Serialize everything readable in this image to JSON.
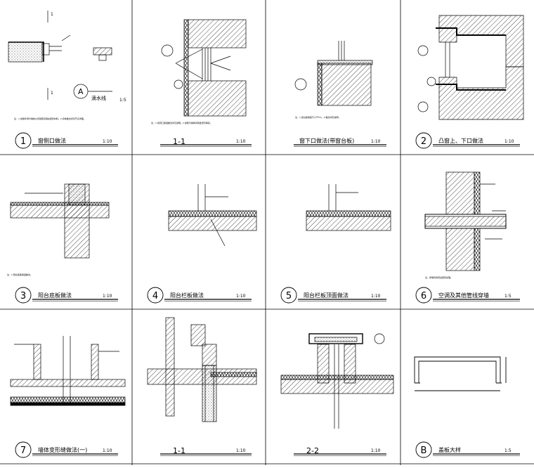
{
  "panels": [
    {
      "num": "1",
      "title": "窗侧口做法",
      "scale": "1:10",
      "note": "注：1.窗框外侧与墙体之间缝隙应填充密封材料。2.具体做法详见节点详图。"
    },
    {
      "num": "1-1",
      "title": "",
      "scale": "1:10",
      "note": "注：1.窗洞口保温做法详见说明。2.窗框与墙体间用发泡剂填实。"
    },
    {
      "num": "",
      "title": "窗下口做法(带窗台板)",
      "scale": "1:10",
      "note": "注：1.窗台板坡度不小于5%。2.做法详见说明。"
    },
    {
      "num": "2",
      "title": "凸窗上、下口做法",
      "scale": "1:10",
      "note": ""
    },
    {
      "num": "3",
      "title": "阳台底板做法",
      "scale": "1:10",
      "note": "注：1.阳台底板保温做法。"
    },
    {
      "num": "4",
      "title": "阳台栏板做法",
      "scale": "1:10",
      "note": ""
    },
    {
      "num": "5",
      "title": "阳台栏板顶面做法",
      "scale": "1:10",
      "note": ""
    },
    {
      "num": "6",
      "title": "空调及其他管线穿墙",
      "scale": "1:5",
      "note": "注：穿墙管线周边密封处理。"
    },
    {
      "num": "7",
      "title": "墙体变形缝做法(一)",
      "scale": "1:10",
      "note": ""
    },
    {
      "num": "1-1",
      "title": "",
      "scale": "1:10",
      "note": ""
    },
    {
      "num": "2-2",
      "title": "",
      "scale": "1:10",
      "note": ""
    },
    {
      "num": "B",
      "title": "盖板大样",
      "scale": "1:5",
      "note": ""
    }
  ],
  "detail_a": {
    "num": "A",
    "title": "滴水线",
    "scale": "1:5"
  },
  "section_marks": [
    "1",
    "1"
  ],
  "colors": {
    "line": "#000000",
    "background": "#ffffff"
  }
}
